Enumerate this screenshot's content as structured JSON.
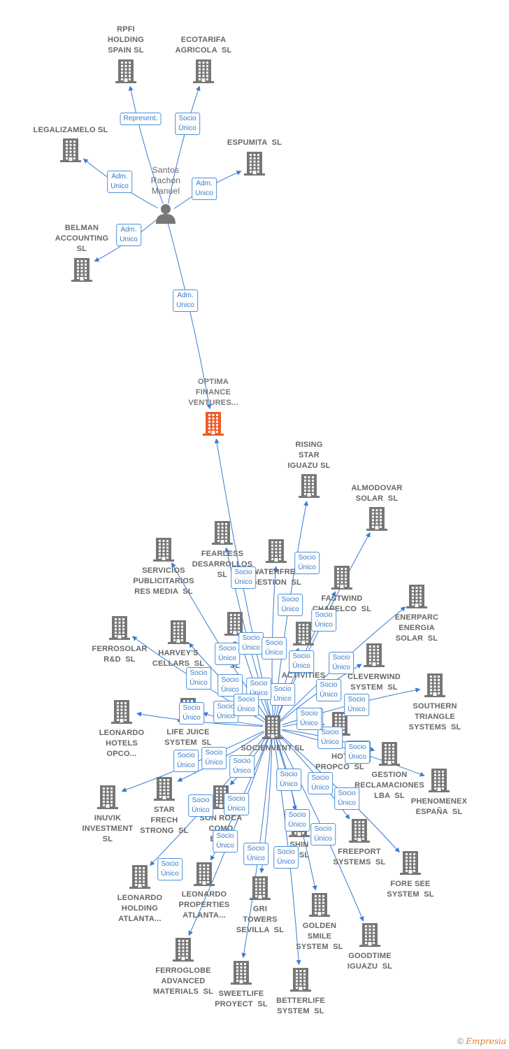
{
  "colors": {
    "building": "#777777",
    "focus": "#f05a28",
    "line": "#3a7bd5",
    "label_box": "#4a90d9"
  },
  "person": {
    "name": "Santos\nRachon\nManuel",
    "icon": "person-icon"
  },
  "nodes": [
    {
      "id": "rpfi",
      "label": "RPFI\nHOLDING\nSPAIN SL",
      "icon": "building-icon"
    },
    {
      "id": "ecotarifa",
      "label": "ECOTARIFA\nAGRICOLA  SL",
      "icon": "building-icon"
    },
    {
      "id": "legalizamelo",
      "label": "LEGALIZAMELO SL",
      "icon": "building-icon"
    },
    {
      "id": "espumita",
      "label": "ESPUMITA  SL",
      "icon": "building-icon"
    },
    {
      "id": "belman",
      "label": "BELMAN\nACCOUNTING\nSL",
      "icon": "building-icon"
    },
    {
      "id": "optima",
      "label": "OPTIMA\nFINANCE\nVENTURES...",
      "icon": "building-icon",
      "focus": true
    },
    {
      "id": "rising",
      "label": "RISING\nSTAR\nIGUAZU SL",
      "icon": "building-icon"
    },
    {
      "id": "almodovar",
      "label": "ALMODOVAR\nSOLAR  SL",
      "icon": "building-icon"
    },
    {
      "id": "fearless",
      "label": "FEARLESS\nDESARROLLOS\nSL",
      "icon": "building-icon"
    },
    {
      "id": "waterfree",
      "label": "WATERFREE\nGESTION  SL",
      "icon": "building-icon"
    },
    {
      "id": "servicios",
      "label": "SERVICIOS\nPUBLICITARIOS\nRES MEDIA  SL",
      "icon": "building-icon"
    },
    {
      "id": "fastwind",
      "label": "FASTWIND\nCHAPELCO  SL",
      "icon": "building-icon"
    },
    {
      "id": "enerparc",
      "label": "ENERPARC\nENERGIA\nSOLAR  SL",
      "icon": "building-icon"
    },
    {
      "id": "ferrosolar",
      "label": "FERROSOLAR\nR&D  SL",
      "icon": "building-icon"
    },
    {
      "id": "harveys",
      "label": "HARVEY'S\nCELLARS  SL",
      "icon": "building-icon"
    },
    {
      "id": "sdesarrollos",
      "label": "S\nDE\nSL",
      "icon": "building-icon"
    },
    {
      "id": "activities",
      "label": "OO\nG\nACTIVITIES",
      "icon": "building-icon"
    },
    {
      "id": "cleverwind",
      "label": "CLEVERWIND\nSYSTEM  SL",
      "icon": "building-icon"
    },
    {
      "id": "southern",
      "label": "SOUTHERN\nTRIANGLE\nSYSTEMS  SL",
      "icon": "building-icon"
    },
    {
      "id": "leonardo_hotels",
      "label": "LEONARDO\nHOTELS\nOPCO...",
      "icon": "building-icon"
    },
    {
      "id": "lifejuice",
      "label": "LIFE JUICE\nSYSTEM  SL",
      "icon": "building-icon"
    },
    {
      "id": "socienvent",
      "label": "SOCIENVENT SL",
      "icon": "building-icon"
    },
    {
      "id": "hotpropco",
      "label": "HOT\nPROPCO  SL",
      "icon": "building-icon"
    },
    {
      "id": "gestion_recl",
      "label": "GESTION\nRECLAMACIONES\nLBA  SL",
      "icon": "building-icon"
    },
    {
      "id": "phenomenex",
      "label": "PHENOMENEX\nESPAÑA  SL",
      "icon": "building-icon"
    },
    {
      "id": "inuvik",
      "label": "INUVIK\nINVESTMENT\nSL",
      "icon": "building-icon"
    },
    {
      "id": "starfrech",
      "label": "STAR\nFRECH\nSTRONG  SL",
      "icon": "building-icon"
    },
    {
      "id": "sonroca",
      "label": "SON ROCA\nCOMO\nESP...",
      "icon": "building-icon"
    },
    {
      "id": "shine",
      "label": "SHIN\nA  SL",
      "icon": "building-icon"
    },
    {
      "id": "freeport",
      "label": "FREEPORT\nSYSTEMS  SL",
      "icon": "building-icon"
    },
    {
      "id": "foresee",
      "label": "FORE SEE\nSYSTEM  SL",
      "icon": "building-icon"
    },
    {
      "id": "leonardo_holding",
      "label": "LEONARDO\nHOLDING\nATLANTA...",
      "icon": "building-icon"
    },
    {
      "id": "leonardo_prop",
      "label": "LEONARDO\nPROPERTIES\nATLANTA...",
      "icon": "building-icon"
    },
    {
      "id": "gri",
      "label": "GRI\nTOWERS\nSEVILLA  SL",
      "icon": "building-icon"
    },
    {
      "id": "golden",
      "label": "GOLDEN\nSMILE\nSYSTEM  SL",
      "icon": "building-icon"
    },
    {
      "id": "goodtime",
      "label": "GOODTIME\nIGUAZU  SL",
      "icon": "building-icon"
    },
    {
      "id": "ferroglobe",
      "label": "FERROGLOBE\nADVANCED\nMATERIALS  SL",
      "icon": "building-icon"
    },
    {
      "id": "sweetlife",
      "label": "SWEETLIFE\nPROYECT  SL",
      "icon": "building-icon"
    },
    {
      "id": "betterlife",
      "label": "BETTERLIFE\nSYSTEM  SL",
      "icon": "building-icon"
    }
  ],
  "relations": [
    {
      "from": "person",
      "to": "rpfi",
      "label": "Represent."
    },
    {
      "from": "person",
      "to": "ecotarifa",
      "label": "Socio\nÚnico"
    },
    {
      "from": "person",
      "to": "legalizamelo",
      "label": "Adm.\nUnico"
    },
    {
      "from": "person",
      "to": "espumita",
      "label": "Adm.\nUnico"
    },
    {
      "from": "person",
      "to": "belman",
      "label": "Adm.\nUnico"
    },
    {
      "from": "person",
      "to": "optima",
      "label": "Adm.\nUnico"
    },
    {
      "from": "socienvent",
      "to": "optima",
      "label": ""
    },
    {
      "from": "socienvent",
      "to": "rising",
      "label": "Socio\nÚnico"
    },
    {
      "from": "socienvent",
      "to": "almodovar",
      "label": "Socio\nÚnico"
    },
    {
      "from": "socienvent",
      "to": "fearless",
      "label": "Socio\nÚnico"
    },
    {
      "from": "socienvent",
      "to": "waterfree",
      "label": "Socio\nÚnico"
    },
    {
      "from": "socienvent",
      "to": "servicios",
      "label": "Socio\nÚnico"
    },
    {
      "from": "socienvent",
      "to": "fastwind",
      "label": "Socio\nÚnico"
    },
    {
      "from": "socienvent",
      "to": "enerparc",
      "label": "Socio\nÚnico"
    },
    {
      "from": "socienvent",
      "to": "ferrosolar",
      "label": "Socio\nÚnico"
    },
    {
      "from": "socienvent",
      "to": "harveys",
      "label": "Socio\nÚnico"
    },
    {
      "from": "socienvent",
      "to": "sdesarrollos",
      "label": "Socio\nÚnico"
    },
    {
      "from": "socienvent",
      "to": "activities",
      "label": "Socio\nÚnico"
    },
    {
      "from": "socienvent",
      "to": "cleverwind",
      "label": "Socio\nÚnico"
    },
    {
      "from": "socienvent",
      "to": "southern",
      "label": "Socio\nÚnico"
    },
    {
      "from": "socienvent",
      "to": "leonardo_hotels",
      "label": "Socio\nÚnico"
    },
    {
      "from": "socienvent",
      "to": "lifejuice",
      "label": "Socio\nÚnico"
    },
    {
      "from": "socienvent",
      "to": "hotpropco",
      "label": "Socio\nÚnico"
    },
    {
      "from": "socienvent",
      "to": "gestion_recl",
      "label": "Socio\nÚnico"
    },
    {
      "from": "socienvent",
      "to": "phenomenex",
      "label": "Socio\nÚnico"
    },
    {
      "from": "socienvent",
      "to": "inuvik",
      "label": "Socio\nÚnico"
    },
    {
      "from": "socienvent",
      "to": "starfrech",
      "label": "Socio\nÚnico"
    },
    {
      "from": "socienvent",
      "to": "sonroca",
      "label": "Socio\nÚnico"
    },
    {
      "from": "socienvent",
      "to": "shine",
      "label": "Socio\nÚnico"
    },
    {
      "from": "socienvent",
      "to": "freeport",
      "label": "Socio\nÚnico"
    },
    {
      "from": "socienvent",
      "to": "foresee",
      "label": "Socio\nÚnico"
    },
    {
      "from": "socienvent",
      "to": "leonardo_holding",
      "label": "Socio\nÚnico"
    },
    {
      "from": "socienvent",
      "to": "leonardo_prop",
      "label": "Socio\nÚnico"
    },
    {
      "from": "socienvent",
      "to": "gri",
      "label": "Socio\nÚnico"
    },
    {
      "from": "socienvent",
      "to": "golden",
      "label": "Socio\nÚnico"
    },
    {
      "from": "socienvent",
      "to": "goodtime",
      "label": "Socio\nÚnico"
    },
    {
      "from": "socienvent",
      "to": "ferroglobe",
      "label": "Socio\nÚnico"
    },
    {
      "from": "socienvent",
      "to": "sweetlife",
      "label": "Socio\nÚnico"
    },
    {
      "from": "socienvent",
      "to": "betterlife",
      "label": "Socio\nÚnico"
    }
  ],
  "extra_labels": [
    "Socio\nÚnico",
    "Socio\nÚnico",
    "Socio\nÚnico",
    "Socio\nÚnico",
    "Socio\nÚnico"
  ],
  "footer": {
    "copyright": "©",
    "brand": "Empresia"
  }
}
